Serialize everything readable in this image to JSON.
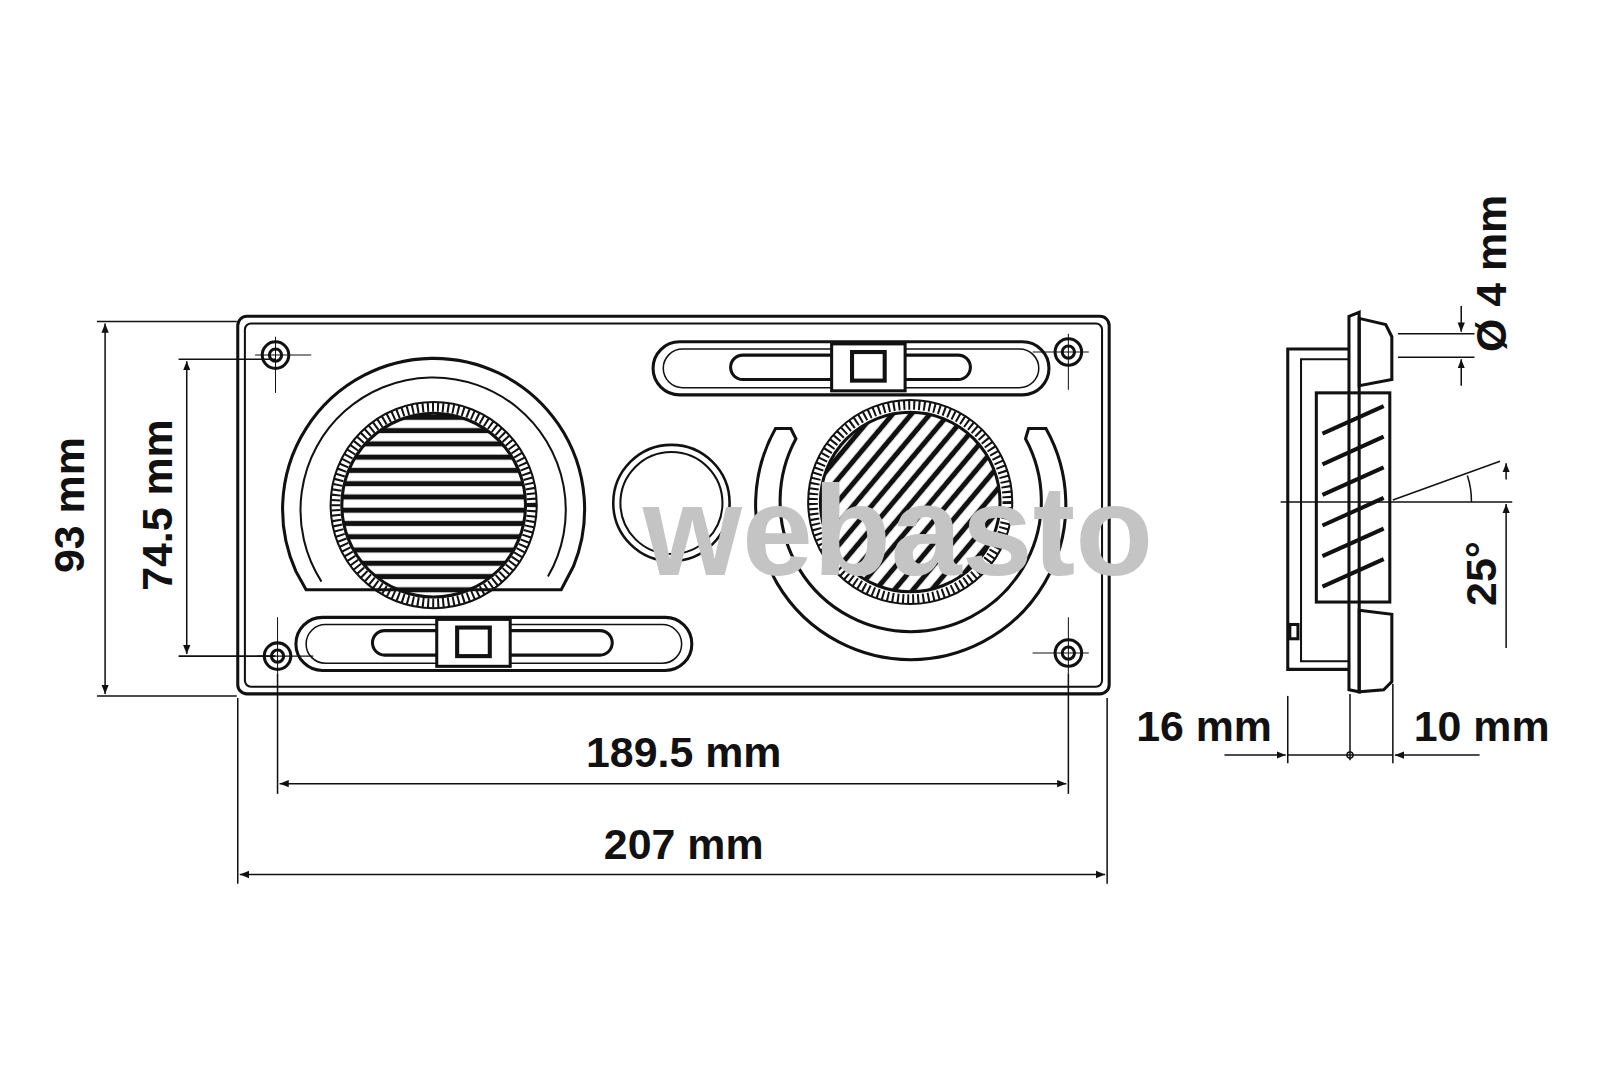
{
  "diagram": {
    "labels": [
      "93 mm",
      "74.5 mm",
      "189.5 mm",
      "207 mm",
      "Ø 4 mm",
      "25°",
      "16 mm",
      "10 mm",
      "webasto"
    ]
  }
}
